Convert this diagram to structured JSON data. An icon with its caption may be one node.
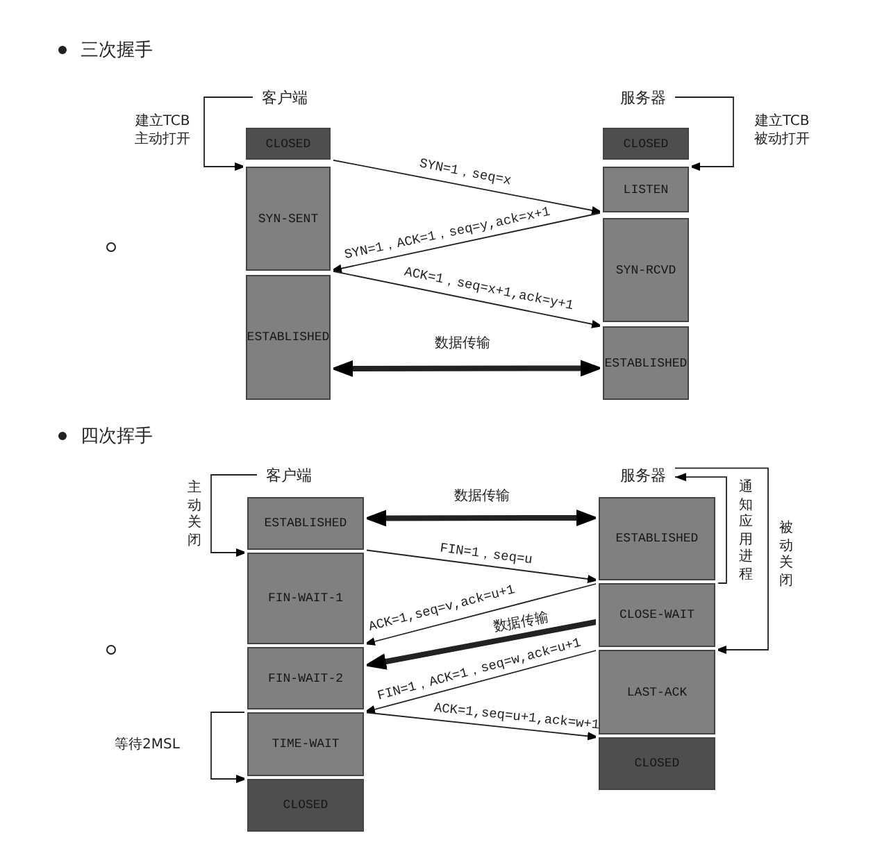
{
  "diagram": {
    "nodes": [
      {
        "text": [
          "客户端"
        ]
      },
      {
        "text": [
          "CLOSED"
        ]
      },
      {
        "text": [
          "SYN-SENT"
        ]
      },
      {
        "text": [
          "ESTABLISHED"
        ]
      },
      {
        "text": [
          "服务器"
        ]
      },
      {
        "text": [
          "CLOSED"
        ]
      },
      {
        "text": [
          "LISTEN"
        ]
      },
      {
        "text": [
          "SYN-RCVD"
        ]
      },
      {
        "text": [
          "ESTABLISHED"
        ]
      },
      {
        "text": [
          "客户端"
        ]
      },
      {
        "text": [
          "ESTABLISHED"
        ]
      },
      {
        "text": [
          "FIN-WAIT-1"
        ]
      },
      {
        "text": [
          "FIN-WAIT-2"
        ]
      },
      {
        "text": [
          "TIME-WAIT"
        ]
      },
      {
        "text": [
          "CLOSED"
        ]
      },
      {
        "text": [
          "服务器"
        ]
      },
      {
        "text": [
          "ESTABLISHED"
        ]
      },
      {
        "text": [
          "CLOSE-WAIT"
        ]
      },
      {
        "text": [
          "LAST-ACK"
        ]
      },
      {
        "text": [
          "CLOSED"
        ]
      }
    ],
    "edges": [
      {
        "from": 0,
        "to": 2,
        "arrow": "to",
        "label": "建立TCB主动打开"
      },
      {
        "from": 4,
        "to": 6,
        "arrow": "to",
        "label": "建立TCB被动打开"
      },
      {
        "from": 1,
        "to": 6,
        "arrow": "to",
        "label": "SYN=1，seq=x"
      },
      {
        "from": 6,
        "to": 2,
        "arrow": "to",
        "label": "SYN=1，ACK=1，seq=y,ack=x+1"
      },
      {
        "from": 2,
        "to": 8,
        "arrow": "to",
        "label": "ACK=1，seq=x+1,ack=y+1"
      },
      {
        "from": 3,
        "to": 8,
        "arrow": "both",
        "label": "数据传输",
        "style": "thick"
      },
      {
        "from": 9,
        "to": 11,
        "arrow": "to",
        "label": "主动关闭"
      },
      {
        "from": 17,
        "to": 15,
        "arrow": "to",
        "label": "通知应用进程"
      },
      {
        "from": 15,
        "to": 18,
        "arrow": "to",
        "label": "被动关闭"
      },
      {
        "from": 10,
        "to": 16,
        "arrow": "both",
        "label": "数据传输",
        "style": "thick"
      },
      {
        "from": 10,
        "to": 16,
        "arrow": "to",
        "label": "FIN=1，seq=u"
      },
      {
        "from": 17,
        "to": 11,
        "arrow": "to",
        "label": "ACK=1,seq=v,ack=u+1"
      },
      {
        "from": 17,
        "to": 12,
        "arrow": "to",
        "label": "数据传输",
        "style": "thick"
      },
      {
        "from": 18,
        "to": 13,
        "arrow": "to",
        "label": "FIN=1，ACK=1，seq=w,ack=u+1"
      },
      {
        "from": 13,
        "to": 19,
        "arrow": "to",
        "label": "ACK=1,seq=u+1,ack=w+1"
      },
      {
        "from": 13,
        "to": 14,
        "arrow": "to",
        "label": "等待2MSL"
      }
    ],
    "labels": [
      "三次握手",
      "四次挥手"
    ]
  }
}
